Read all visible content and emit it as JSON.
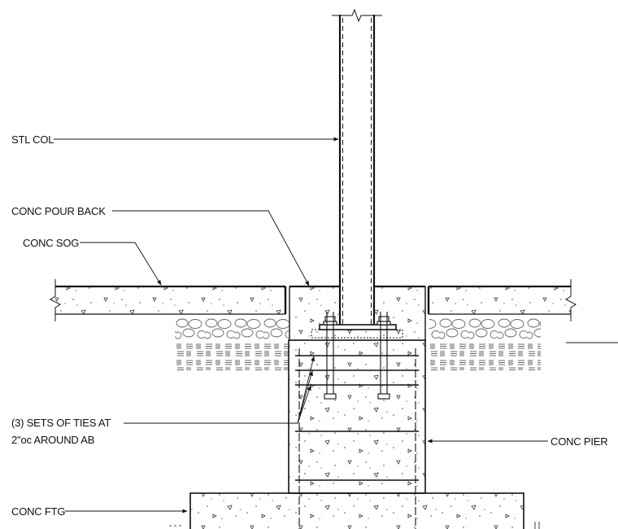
{
  "labels": {
    "stl_col": "STL COL",
    "conc_pour_back": "CONC POUR BACK",
    "conc_sog": "CONC SOG",
    "ties_line1": "(3) SETS OF TIES AT",
    "ties_line2": "2\"oc AROUND AB",
    "conc_pier": "CONC PIER",
    "conc_ftg": "CONC FTG"
  },
  "colors": {
    "line": "#111111",
    "background": "#ffffff",
    "gravel": "#777777"
  }
}
